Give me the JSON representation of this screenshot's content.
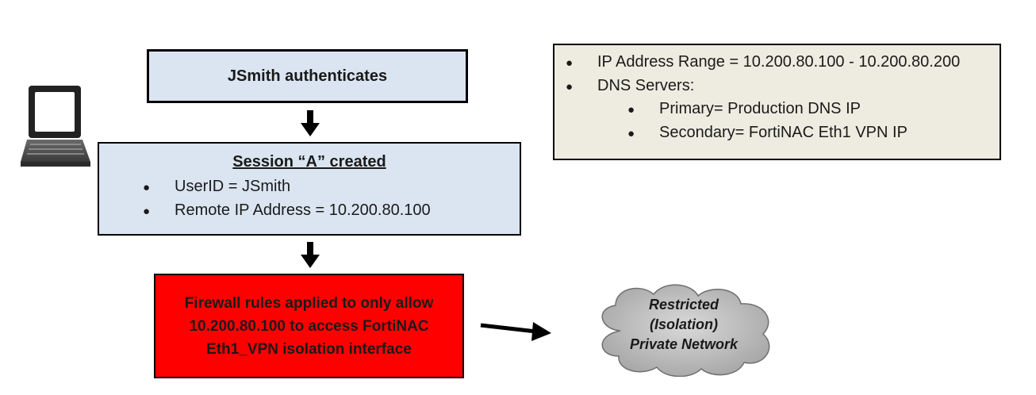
{
  "auth_box": {
    "text": "JSmith authenticates"
  },
  "session_box": {
    "title": "Session “A” created",
    "items": [
      "UserID = JSmith",
      "Remote IP Address = 10.200.80.100"
    ]
  },
  "firewall_box": {
    "lines": [
      "Firewall rules applied to only allow",
      "10.200.80.100 to access FortiNAC",
      "Eth1_VPN isolation interface"
    ]
  },
  "info_box": {
    "items": [
      "IP Address Range = 10.200.80.100 - 10.200.80.200",
      "DNS Servers:"
    ],
    "sub_items": [
      "Primary= Production DNS IP",
      "Secondary= FortiNAC Eth1 VPN IP"
    ]
  },
  "cloud": {
    "lines": [
      "Restricted",
      "(Isolation)",
      "Private Network"
    ]
  },
  "icons": [
    "laptop-icon",
    "down-arrow-icon",
    "right-arrow-icon",
    "cloud-icon"
  ],
  "colors": {
    "process_box": "#dbe5f1",
    "firewall_box": "#ff0000",
    "info_box": "#eeece1",
    "cloud": "#bfbfbf"
  }
}
